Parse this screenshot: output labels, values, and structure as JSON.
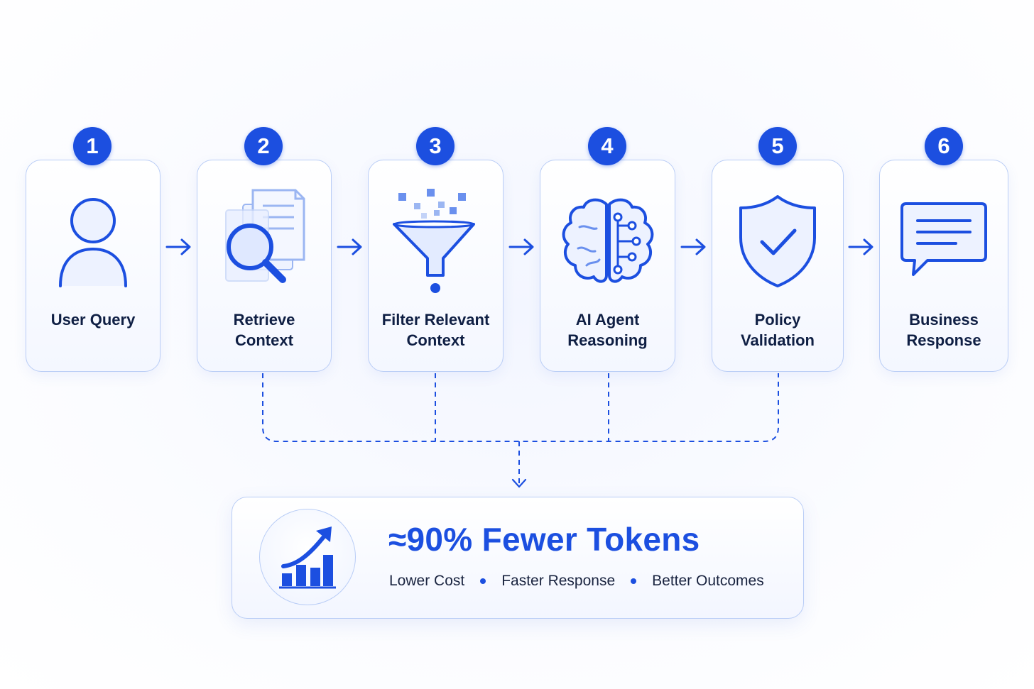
{
  "steps": [
    {
      "number": "1",
      "label_line1": "User Query",
      "label_line2": "",
      "icon": "user-icon"
    },
    {
      "number": "2",
      "label_line1": "Retrieve",
      "label_line2": "Context",
      "icon": "document-search-icon"
    },
    {
      "number": "3",
      "label_line1": "Filter Relevant",
      "label_line2": "Context",
      "icon": "funnel-icon"
    },
    {
      "number": "4",
      "label_line1": "AI Agent",
      "label_line2": "Reasoning",
      "icon": "brain-circuit-icon"
    },
    {
      "number": "5",
      "label_line1": "Policy",
      "label_line2": "Validation",
      "icon": "shield-check-icon"
    },
    {
      "number": "6",
      "label_line1": "Business",
      "label_line2": "Response",
      "icon": "chat-bubble-icon"
    }
  ],
  "summary": {
    "headline": "≈90% Fewer Tokens",
    "benefits": [
      "Lower Cost",
      "Faster Response",
      "Better Outcomes"
    ],
    "icon": "growth-chart-icon"
  },
  "colors": {
    "accent": "#1c4fe0",
    "border": "#b9cdf6",
    "text": "#0f1f44"
  }
}
